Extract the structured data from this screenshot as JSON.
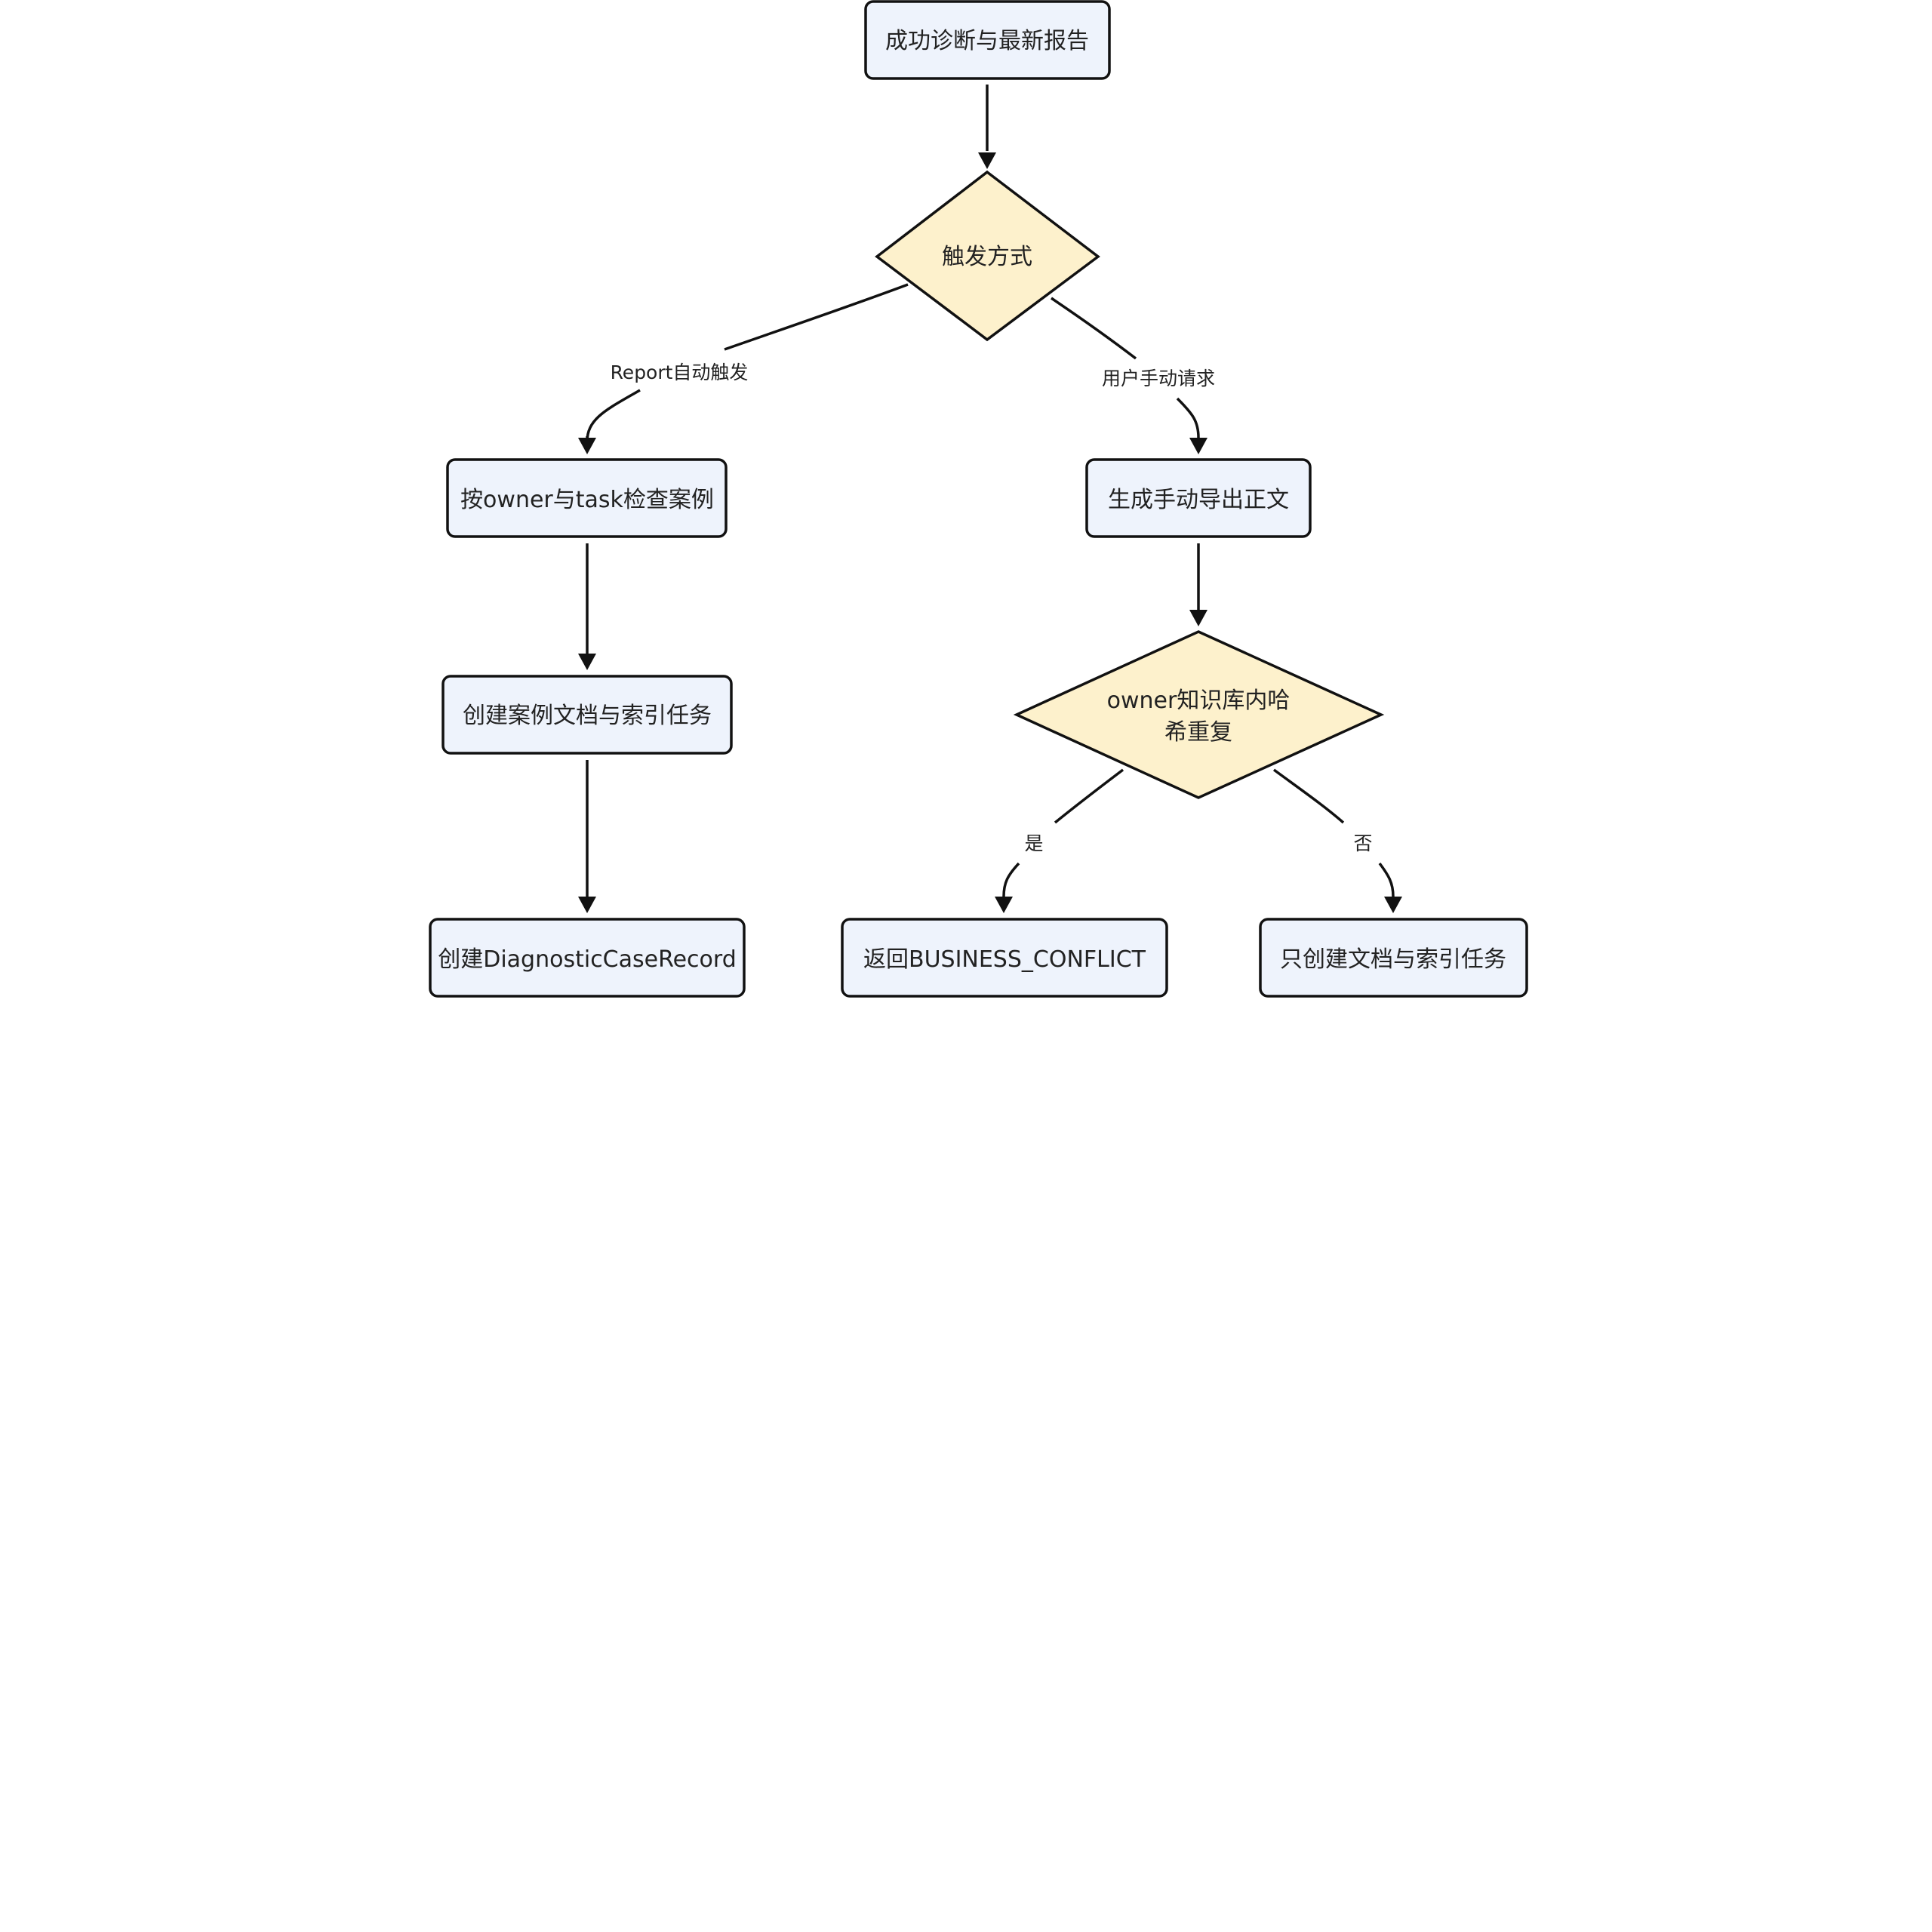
{
  "diagram": {
    "type": "flowchart",
    "colors": {
      "process_fill": "#eef3fc",
      "decision_fill": "#fdf1cc",
      "stroke": "#111111",
      "text": "#222222"
    },
    "nodes": {
      "start": {
        "shape": "rectangle",
        "text": "成功诊断与最新报告"
      },
      "trigger": {
        "shape": "diamond",
        "text": "触发方式"
      },
      "check_case": {
        "shape": "rectangle",
        "text": "按owner与task检查案例"
      },
      "gen_export": {
        "shape": "rectangle",
        "text": "生成手动导出正文"
      },
      "create_doc_a": {
        "shape": "rectangle",
        "text": "创建案例文档与索引任务"
      },
      "hash_dup": {
        "shape": "diamond",
        "line1": "owner知识库内哈",
        "line2": "希重复"
      },
      "create_record": {
        "shape": "rectangle",
        "text": "创建DiagnosticCaseRecord"
      },
      "return_conflict": {
        "shape": "rectangle",
        "text": "返回BUSINESS_CONFLICT"
      },
      "create_doc_b": {
        "shape": "rectangle",
        "text": "只创建文档与索引任务"
      }
    },
    "edges": [
      {
        "from": "start",
        "to": "trigger",
        "label": ""
      },
      {
        "from": "trigger",
        "to": "check_case",
        "label": "Report自动触发"
      },
      {
        "from": "trigger",
        "to": "gen_export",
        "label": "用户手动请求"
      },
      {
        "from": "check_case",
        "to": "create_doc_a",
        "label": ""
      },
      {
        "from": "gen_export",
        "to": "hash_dup",
        "label": ""
      },
      {
        "from": "create_doc_a",
        "to": "create_record",
        "label": ""
      },
      {
        "from": "hash_dup",
        "to": "return_conflict",
        "label": "是"
      },
      {
        "from": "hash_dup",
        "to": "create_doc_b",
        "label": "否"
      }
    ],
    "edge_labels": {
      "auto": "Report自动触发",
      "manual": "用户手动请求",
      "yes": "是",
      "no": "否"
    }
  }
}
